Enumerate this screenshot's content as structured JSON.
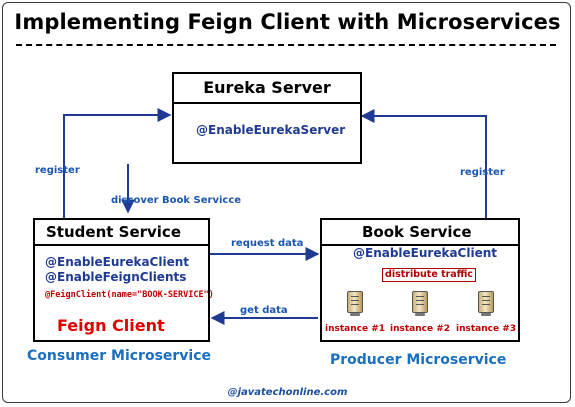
{
  "title": "Implementing Feign Client with Microservices",
  "nodes": {
    "eureka": {
      "title": "Eureka Server",
      "annotation": "@EnableEurekaServer"
    },
    "student": {
      "title": "Student Service",
      "annotations": [
        "@EnableEurekaClient",
        "@EnableFeignClients"
      ],
      "feign_annotation": "@FeignClient(name=\"BOOK-SERVICE\")",
      "feign_label": "Feign Client",
      "caption": "Consumer Microservice"
    },
    "book": {
      "title": "Book Service",
      "annotation": "@EnableEurekaClient",
      "distribute_label": "distribute traffic",
      "instances": [
        "instance #1",
        "instance #2",
        "instance #3"
      ],
      "caption": "Producer Microservice"
    }
  },
  "edges": {
    "register_left": "register",
    "register_right": "register",
    "discover": "discover Book Servicce",
    "request": "request data",
    "get": "get data"
  },
  "footer": "@javatechonline.com",
  "colors": {
    "annotation": "#1f3a93",
    "edge": "#1f3a93",
    "feign": "#e00000",
    "caption": "#1a6fc0"
  }
}
